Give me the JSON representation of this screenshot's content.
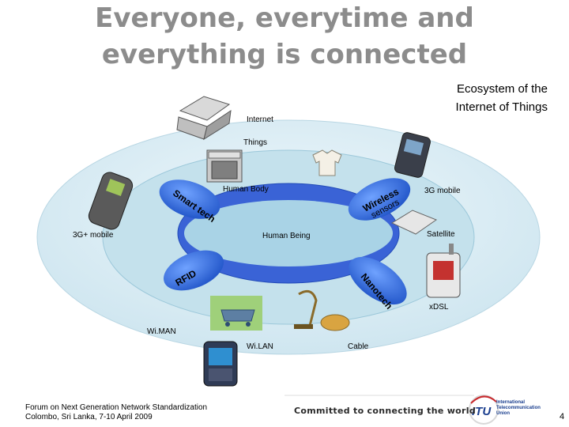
{
  "title": {
    "line1": "Everyone, everytime and",
    "line2": "everything is connected"
  },
  "subtitle": {
    "line1": "Ecosystem of the",
    "line2": "Internet of Things"
  },
  "rings": {
    "outer": "Internet",
    "middle": "Things",
    "inner_top": "Human Body",
    "center": "Human Being"
  },
  "technologies": {
    "smart_tech": "Smart tech",
    "wireless_sensors_line1": "Wireless",
    "wireless_sensors_line2": "sensors",
    "rfid": "RFID",
    "nanotech": "Nanotech"
  },
  "devices": {
    "mobile_3g_plus": "3G+ mobile",
    "mobile_3g": "3G mobile",
    "satellite": "Satellite",
    "xdsl": "xDSL",
    "wiman": "Wi.MAN",
    "wilan": "Wi.LAN",
    "cable": "Cable"
  },
  "footer": {
    "event_line1": "Forum on Next Generation Network Standardization",
    "event_line2": "Colombo, Sri Lanka, 7-10 April 2009",
    "tagline": "Committed to connecting the world",
    "itu_line1": "International",
    "itu_line2": "Telecommunication",
    "itu_line3": "Union",
    "page": "4"
  },
  "colors": {
    "outer_ring": "#d9ecf5",
    "middle_ring": "#c2e0ec",
    "inner_ring_band": "#2f5fd0",
    "center_fill": "#a8d3e6",
    "tech_petal": "#2f6bd8",
    "title_gray": "#8c8c8c"
  }
}
